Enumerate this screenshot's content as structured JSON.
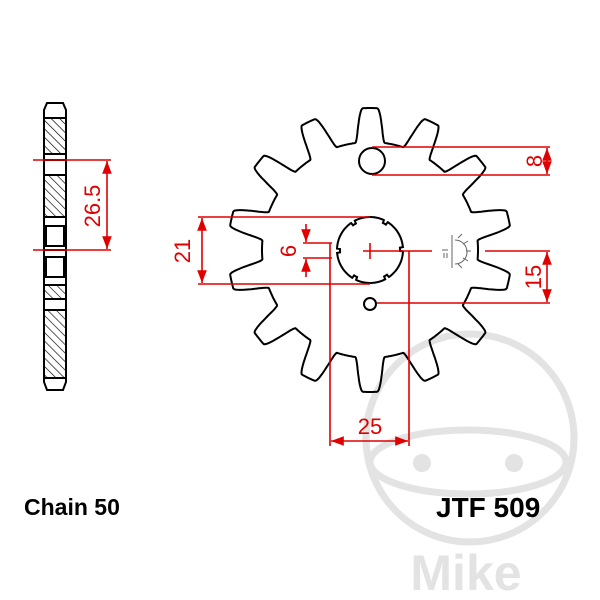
{
  "chain_label": "Chain 50",
  "part_number": "JTF 509",
  "watermark": "Mike",
  "sprocket": {
    "teeth": 14
  },
  "dimensions": {
    "side_width": "26.5",
    "hole_diameter": "8",
    "spline_diameter": "21",
    "spline_width": "6",
    "hole_offset": "15",
    "hole_spacing": "25"
  },
  "colors": {
    "dimension": "#e00000",
    "outline": "#000000",
    "watermark": "#e3e3e3"
  }
}
